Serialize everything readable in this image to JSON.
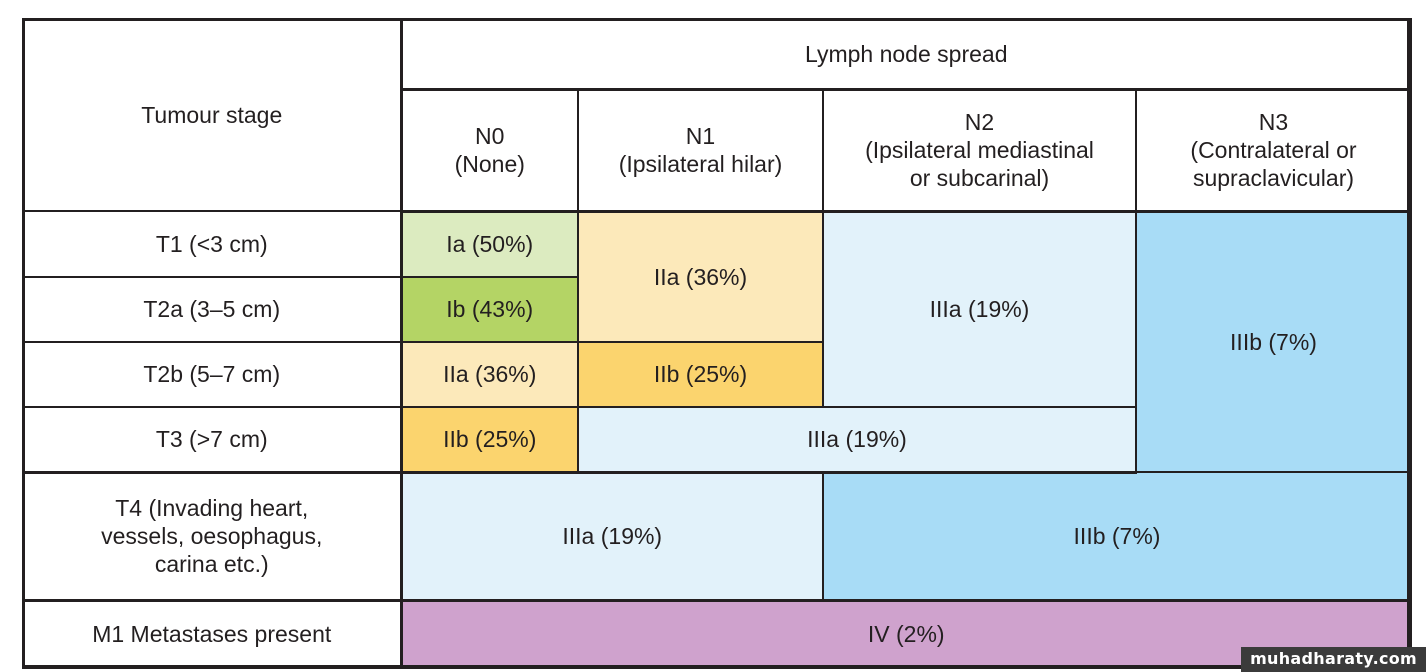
{
  "table": {
    "header": {
      "tumour_stage": "Tumour stage",
      "lymph_node_spread": "Lymph node spread",
      "columns": [
        {
          "code": "N0",
          "desc": "(None)"
        },
        {
          "code": "N1",
          "desc": "(Ipsilateral hilar)"
        },
        {
          "code": "N2",
          "desc": "(Ipsilateral mediastinal\nor subcarinal)"
        },
        {
          "code": "N3",
          "desc": "(Contralateral or\nsupraclavicular)"
        }
      ],
      "n2_desc_line1": "(Ipsilateral mediastinal",
      "n2_desc_line2": "or subcarinal)",
      "n3_desc_line1": "(Contralateral or",
      "n3_desc_line2": "supraclavicular)"
    },
    "rows": {
      "t1": {
        "label": "T1 (<3 cm)"
      },
      "t2a": {
        "label": "T2a (3–5 cm)"
      },
      "t2b": {
        "label": "T2b (5–7 cm)"
      },
      "t3": {
        "label": "T3 (>7 cm)"
      },
      "t4": {
        "label_line1": "T4 (Invading heart,",
        "label_line2": "vessels, oesophagus,",
        "label_line3": "carina etc.)"
      },
      "m1": {
        "label": "M1 Metastases present"
      }
    },
    "cells": {
      "t1_n0": "Ia (50%)",
      "t1_n1": "IIa (36%)",
      "t1_n2": "IIIa (19%)",
      "t1_n3": "IIIb (7%)",
      "t2a_n0": "Ib (43%)",
      "t2b_n0": "IIa (36%)",
      "t2b_n1": "IIb (25%)",
      "t3_n0": "IIb (25%)",
      "t3_n1n2": "IIIa (19%)",
      "t4_n0n1": "IIIa (19%)",
      "t4_n2n3": "IIIb (7%)",
      "m1_all": "IV (2%)"
    },
    "colors": {
      "stage_ia": "#dcebc0",
      "stage_ib": "#b4d465",
      "stage_iia": "#fce9ba",
      "stage_iib": "#fbd46e",
      "stage_iiia": "#e2f2fa",
      "stage_iiib": "#a8dcf6",
      "stage_iv": "#cfa2cd",
      "border": "#231f20",
      "text": "#231f20"
    }
  },
  "watermark": {
    "text": "muhadharaty.com"
  }
}
